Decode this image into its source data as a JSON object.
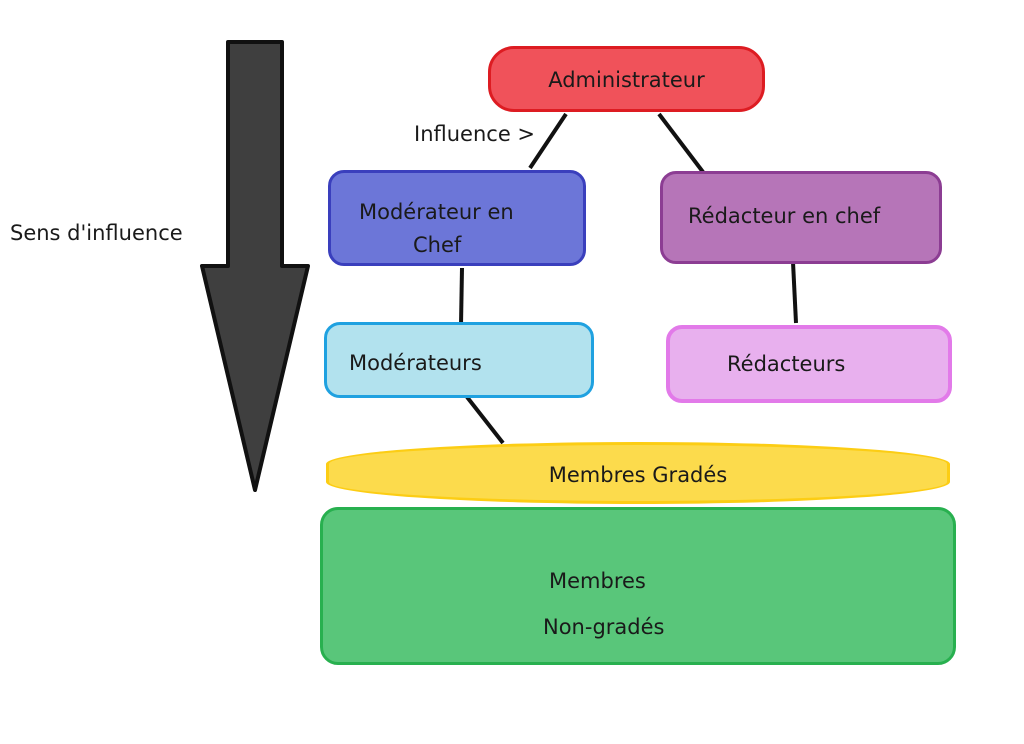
{
  "side_label": "Sens d'influence",
  "influence_label": "Influence >",
  "nodes": {
    "admin": {
      "label": "Administrateur",
      "fill": "#f0525a",
      "stroke": "#dd1c22"
    },
    "mod_chef": {
      "line1": "Modérateur en",
      "line2": "Chef",
      "fill": "#6c76d8",
      "stroke": "#3a3fbd"
    },
    "red_chef": {
      "label": "Rédacteur en chef",
      "fill": "#b675b8",
      "stroke": "#8c3d93"
    },
    "moderateurs": {
      "label": "Modérateurs",
      "fill": "#b2e2ee",
      "stroke": "#1fa1e0"
    },
    "redacteurs": {
      "label": "Rédacteurs",
      "fill": "#e8b0ee",
      "stroke": "#e27ae9"
    },
    "membres_grades": {
      "label": "Membres Gradés",
      "fill": "#fcdb4c",
      "stroke": "#fccd14"
    },
    "membres_non_grades": {
      "line1": "Membres",
      "line2": "Non-gradés",
      "fill": "#59c67a",
      "stroke": "#28b04f"
    }
  },
  "arrow": {
    "fill": "#3f3f3f",
    "stroke": "#111111"
  },
  "connector_color": "#111111"
}
